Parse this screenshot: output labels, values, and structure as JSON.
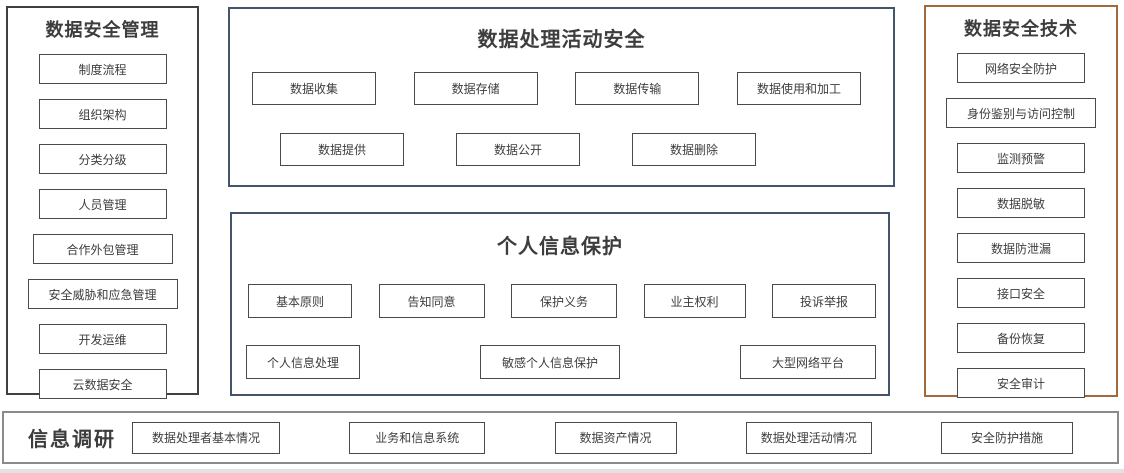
{
  "diagram": {
    "management": {
      "title": "数据安全管理",
      "items": [
        "制度流程",
        "组织架构",
        "分类分级",
        "人员管理",
        "合作外包管理",
        "安全威胁和应急管理",
        "开发运维",
        "云数据安全"
      ]
    },
    "processing": {
      "title": "数据处理活动安全",
      "row1": [
        "数据收集",
        "数据存储",
        "数据传输",
        "数据使用和加工"
      ],
      "row2": [
        "数据提供",
        "数据公开",
        "数据删除"
      ]
    },
    "personal": {
      "title": "个人信息保护",
      "row1": [
        "基本原则",
        "告知同意",
        "保护义务",
        "业主权利",
        "投诉举报"
      ],
      "row2": [
        "个人信息处理",
        "敏感个人信息保护",
        "大型网络平台"
      ]
    },
    "technology": {
      "title": "数据安全技术",
      "items": [
        "网络安全防护",
        "身份鉴别与访问控制",
        "监测预警",
        "数据脱敏",
        "数据防泄漏",
        "接口安全",
        "备份恢复",
        "安全审计"
      ]
    },
    "research": {
      "title": "信息调研",
      "items": [
        "数据处理者基本情况",
        "业务和信息系统",
        "数据资产情况",
        "数据处理活动情况",
        "安全防护措施"
      ]
    }
  },
  "colors": {
    "panel_border_dark": "#404040",
    "panel_border_blue": "#44546a",
    "panel_border_brown": "#a06a3c",
    "panel_border_gray": "#8a8a8a",
    "node_border": "#4a4a4a",
    "text": "#3d3d3d",
    "background": "#ffffff"
  }
}
